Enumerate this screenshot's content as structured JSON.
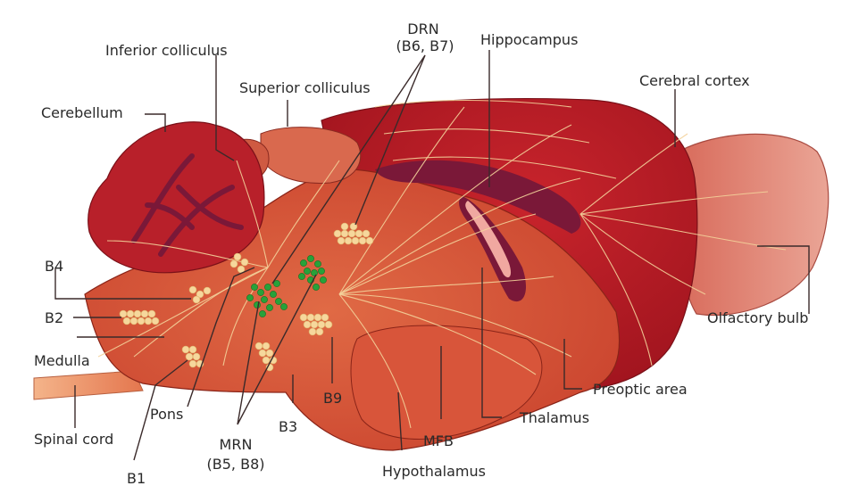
{
  "labels": {
    "drn": "DRN",
    "drn_sub": "(B6, B7)",
    "hippocampus": "Hippocampus",
    "inferior_colliculus": "Inferior colliculus",
    "superior_colliculus": "Superior colliculus",
    "cerebral_cortex": "Cerebral cortex",
    "cerebellum": "Cerebellum",
    "b4": "B4",
    "b2": "B2",
    "medulla": "Medulla",
    "olfactory_bulb": "Olfactory bulb",
    "preoptic_area": "Preoptic area",
    "b9": "B9",
    "pons": "Pons",
    "thalamus": "Thalamus",
    "spinal_cord": "Spinal cord",
    "b3": "B3",
    "mfb": "MFB",
    "mrn": "MRN",
    "mrn_sub": "(B5, B8)",
    "b1": "B1",
    "hypothalamus": "Hypothalamus"
  },
  "colors": {
    "cortex": "#b41a24",
    "cerebellum": "#b8202a",
    "brainstem": "#d95638",
    "midbrain": "#d8604a",
    "olfactory": "#e08878",
    "ventricle": "#7a1838",
    "fibers": "#f3d29a",
    "serotonergic_cells": "#f6d79c",
    "mrn_cells": "#27a23a"
  }
}
